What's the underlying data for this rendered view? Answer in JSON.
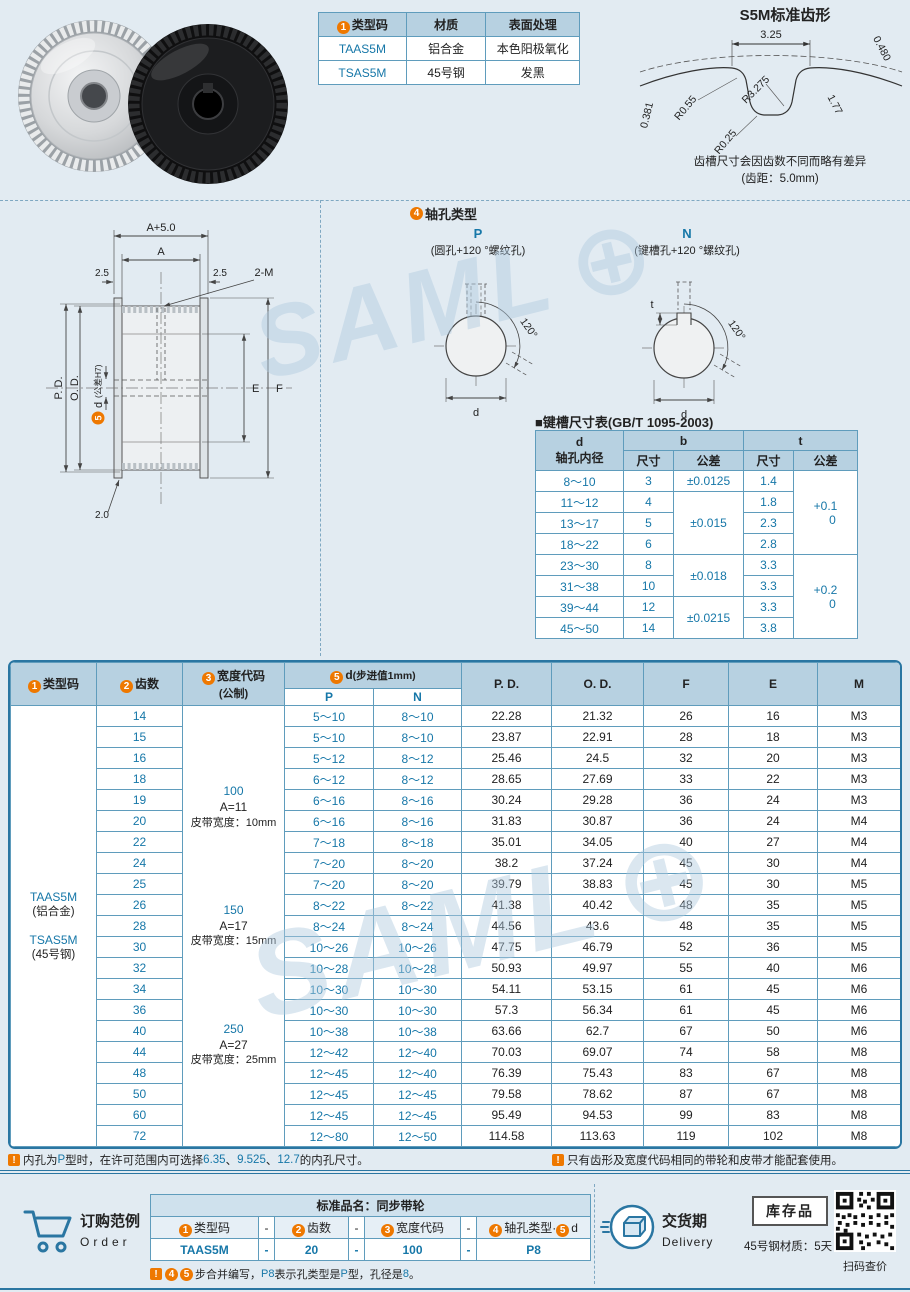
{
  "colors": {
    "accent_orange": "#ee7800",
    "blue_text": "#1677a8",
    "border_blue": "#2a76a2",
    "header_fill": "#b7d1e1"
  },
  "watermark": {
    "text": "SAML",
    "logo_glyph": "⊕"
  },
  "spec_table": {
    "badge1": "1",
    "headers": {
      "type": "类型码",
      "material": "材质",
      "finish": "表面处理"
    },
    "rows": [
      [
        "TAAS5M",
        "铝合金",
        "本色阳极氧化"
      ],
      [
        "TSAS5M",
        "45号钢",
        "发黑"
      ]
    ]
  },
  "tooth_profile": {
    "title": "S5M标准齿形",
    "dims": {
      "w325": "3.25",
      "h0480": "0.480",
      "r055": "R0.55",
      "r3275": "R3.275",
      "d177": "1.77",
      "d0381": "0.381",
      "r025": "R0.25"
    },
    "note1": "齿槽尺寸会因齿数不同而略有差异",
    "note2": "(齿距：5.0mm)"
  },
  "drawing": {
    "a50": "A+5.0",
    "a": "A",
    "l25": "2.5",
    "r25": "2.5",
    "m2": "2-M",
    "pd": "P. D.",
    "od": "O. D.",
    "e": "E",
    "f": "F",
    "t20": "2.0",
    "badge5": "5",
    "d": "d",
    "dtol": "(公差H7)"
  },
  "shaft": {
    "badge4": "4",
    "title": "轴孔类型",
    "p": {
      "name": "P",
      "desc": "(圆孔+120 °螺纹孔)",
      "angle": "120°",
      "d": "d"
    },
    "n": {
      "name": "N",
      "desc": "(键槽孔+120 °螺纹孔)",
      "angle": "120°",
      "d": "d",
      "t": "t"
    }
  },
  "keyway": {
    "title": "■键槽尺寸表(GB/T 1095-2003)",
    "h_d": "d",
    "h_d2": "轴孔内径",
    "h_b": "b",
    "h_t": "t",
    "h_size_b": "尺寸",
    "h_tol_b": "公差",
    "h_size_t": "尺寸",
    "h_tol_t": "公差",
    "rows": [
      [
        "8～10",
        "3",
        "1.4"
      ],
      [
        "11～12",
        "4",
        "1.8"
      ],
      [
        "13～17",
        "5",
        "2.3"
      ],
      [
        "18～22",
        "6",
        "2.8"
      ],
      [
        "23～30",
        "8",
        "3.3"
      ],
      [
        "31～38",
        "10",
        "3.3"
      ],
      [
        "39～44",
        "12",
        "3.3"
      ],
      [
        "45～50",
        "14",
        "3.8"
      ]
    ],
    "b_tol_groups": [
      {
        "rows": 1,
        "label": "±0.0125"
      },
      {
        "rows": 3,
        "label": "±0.015"
      },
      {
        "rows": 2,
        "label": "±0.018"
      },
      {
        "rows": 2,
        "label": "±0.0215"
      }
    ],
    "t_tol_groups": [
      {
        "rows": 4,
        "line1": "+0.1",
        "line2": "0"
      },
      {
        "rows": 4,
        "line1": "+0.2",
        "line2": "0"
      }
    ]
  },
  "main_table": {
    "h_type_badge": "1",
    "h_type": "类型码",
    "h_teeth_badge": "2",
    "h_teeth": "齿数",
    "h_width_badge": "3",
    "h_width": "宽度代码",
    "h_width2": "(公制)",
    "h_d_badge": "5",
    "h_d": "d",
    "h_d_note": "(步进值1mm)",
    "h_p": "P",
    "h_n": "N",
    "h_pd": "P. D.",
    "h_od": "O. D.",
    "h_f": "F",
    "h_e": "E",
    "h_m": "M",
    "type_col": [
      {
        "code": "TAAS5M",
        "mat": "(铝合金)"
      },
      {
        "code": "TSAS5M",
        "mat": "(45号钢)"
      }
    ],
    "width_col": [
      {
        "code": "100",
        "a": "A=11",
        "belt": "皮带宽度：10mm"
      },
      {
        "code": "150",
        "a": "A=17",
        "belt": "皮带宽度：15mm"
      },
      {
        "code": "250",
        "a": "A=27",
        "belt": "皮带宽度：25mm"
      }
    ],
    "rows": [
      [
        "14",
        "5～10",
        "8～10",
        "22.28",
        "21.32",
        "26",
        "16",
        "M3"
      ],
      [
        "15",
        "5～10",
        "8～10",
        "23.87",
        "22.91",
        "28",
        "18",
        "M3"
      ],
      [
        "16",
        "5～12",
        "8～12",
        "25.46",
        "24.5",
        "32",
        "20",
        "M3"
      ],
      [
        "18",
        "6～12",
        "8～12",
        "28.65",
        "27.69",
        "33",
        "22",
        "M3"
      ],
      [
        "19",
        "6～16",
        "8～16",
        "30.24",
        "29.28",
        "36",
        "24",
        "M3"
      ],
      [
        "20",
        "6～16",
        "8～16",
        "31.83",
        "30.87",
        "36",
        "24",
        "M4"
      ],
      [
        "22",
        "7～18",
        "8～18",
        "35.01",
        "34.05",
        "40",
        "27",
        "M4"
      ],
      [
        "24",
        "7～20",
        "8～20",
        "38.2",
        "37.24",
        "45",
        "30",
        "M4"
      ],
      [
        "25",
        "7～20",
        "8～20",
        "39.79",
        "38.83",
        "45",
        "30",
        "M5"
      ],
      [
        "26",
        "8～22",
        "8～22",
        "41.38",
        "40.42",
        "48",
        "35",
        "M5"
      ],
      [
        "28",
        "8～24",
        "8～24",
        "44.56",
        "43.6",
        "48",
        "35",
        "M5"
      ],
      [
        "30",
        "10～26",
        "10～26",
        "47.75",
        "46.79",
        "52",
        "36",
        "M5"
      ],
      [
        "32",
        "10～28",
        "10～28",
        "50.93",
        "49.97",
        "55",
        "40",
        "M6"
      ],
      [
        "34",
        "10～30",
        "10～30",
        "54.11",
        "53.15",
        "61",
        "45",
        "M6"
      ],
      [
        "36",
        "10～30",
        "10～30",
        "57.3",
        "56.34",
        "61",
        "45",
        "M6"
      ],
      [
        "40",
        "10～38",
        "10～38",
        "63.66",
        "62.7",
        "67",
        "50",
        "M6"
      ],
      [
        "44",
        "12～42",
        "12～40",
        "70.03",
        "69.07",
        "74",
        "58",
        "M8"
      ],
      [
        "48",
        "12～45",
        "12～40",
        "76.39",
        "75.43",
        "83",
        "67",
        "M8"
      ],
      [
        "50",
        "12～45",
        "12～45",
        "79.58",
        "78.62",
        "87",
        "67",
        "M8"
      ],
      [
        "60",
        "12～45",
        "12～45",
        "95.49",
        "94.53",
        "99",
        "83",
        "M8"
      ],
      [
        "72",
        "12～80",
        "12～50",
        "114.58",
        "113.63",
        "119",
        "102",
        "M8"
      ]
    ]
  },
  "notes": {
    "left": [
      {
        "t": "excl"
      },
      {
        "t": "text",
        "v": "内孔为"
      },
      {
        "t": "blue",
        "v": "P"
      },
      {
        "t": "text",
        "v": "型时，在许可范围内可选择"
      },
      {
        "t": "blue",
        "v": "6.35"
      },
      {
        "t": "text",
        "v": "、"
      },
      {
        "t": "blue",
        "v": "9.525"
      },
      {
        "t": "text",
        "v": "、"
      },
      {
        "t": "blue",
        "v": "12.7"
      },
      {
        "t": "text",
        "v": "的内孔尺寸。"
      }
    ],
    "right": [
      {
        "t": "excl"
      },
      {
        "t": "text",
        "v": "只有齿形及宽度代码相同的带轮和皮带才能配套使用。"
      }
    ]
  },
  "order": {
    "heading": "订购范例",
    "heading_en": "Order",
    "title": "标准品名：同步带轮",
    "cells": [
      {
        "type": "field",
        "header_segs": [
          {
            "t": "badge",
            "v": "1"
          },
          {
            "t": "text",
            "v": "类型码"
          }
        ],
        "value": "TAAS5M"
      },
      {
        "type": "sep",
        "header_segs": [
          {
            "t": "text",
            "v": "-"
          }
        ],
        "value": "-"
      },
      {
        "type": "field",
        "header_segs": [
          {
            "t": "badge",
            "v": "2"
          },
          {
            "t": "text",
            "v": "齿数"
          }
        ],
        "value": "20"
      },
      {
        "type": "sep",
        "header_segs": [
          {
            "t": "text",
            "v": "-"
          }
        ],
        "value": "-"
      },
      {
        "type": "field",
        "header_segs": [
          {
            "t": "badge",
            "v": "3"
          },
          {
            "t": "text",
            "v": "宽度代码"
          }
        ],
        "value": "100"
      },
      {
        "type": "sep",
        "header_segs": [
          {
            "t": "text",
            "v": "-"
          }
        ],
        "value": "-"
      },
      {
        "type": "field",
        "header_segs": [
          {
            "t": "badge",
            "v": "4"
          },
          {
            "t": "text",
            "v": "轴孔类型·"
          },
          {
            "t": "badge",
            "v": "5"
          },
          {
            "t": "text",
            "v": "d"
          }
        ],
        "value": "P8"
      }
    ],
    "note": [
      {
        "t": "excl"
      },
      {
        "t": "badge",
        "v": "4"
      },
      {
        "t": "badge",
        "v": "5"
      },
      {
        "t": "text",
        "v": "步合并编写，"
      },
      {
        "t": "blue",
        "v": "P8"
      },
      {
        "t": "text",
        "v": "表示孔类型是"
      },
      {
        "t": "blue",
        "v": "P"
      },
      {
        "t": "text",
        "v": "型，孔径是"
      },
      {
        "t": "blue",
        "v": "8"
      },
      {
        "t": "text",
        "v": "。"
      }
    ]
  },
  "delivery": {
    "heading": "交货期",
    "heading_en": "Delivery",
    "stock": "库存品",
    "lead": "45号钢材质：5天",
    "qr_caption": "扫码查价"
  }
}
